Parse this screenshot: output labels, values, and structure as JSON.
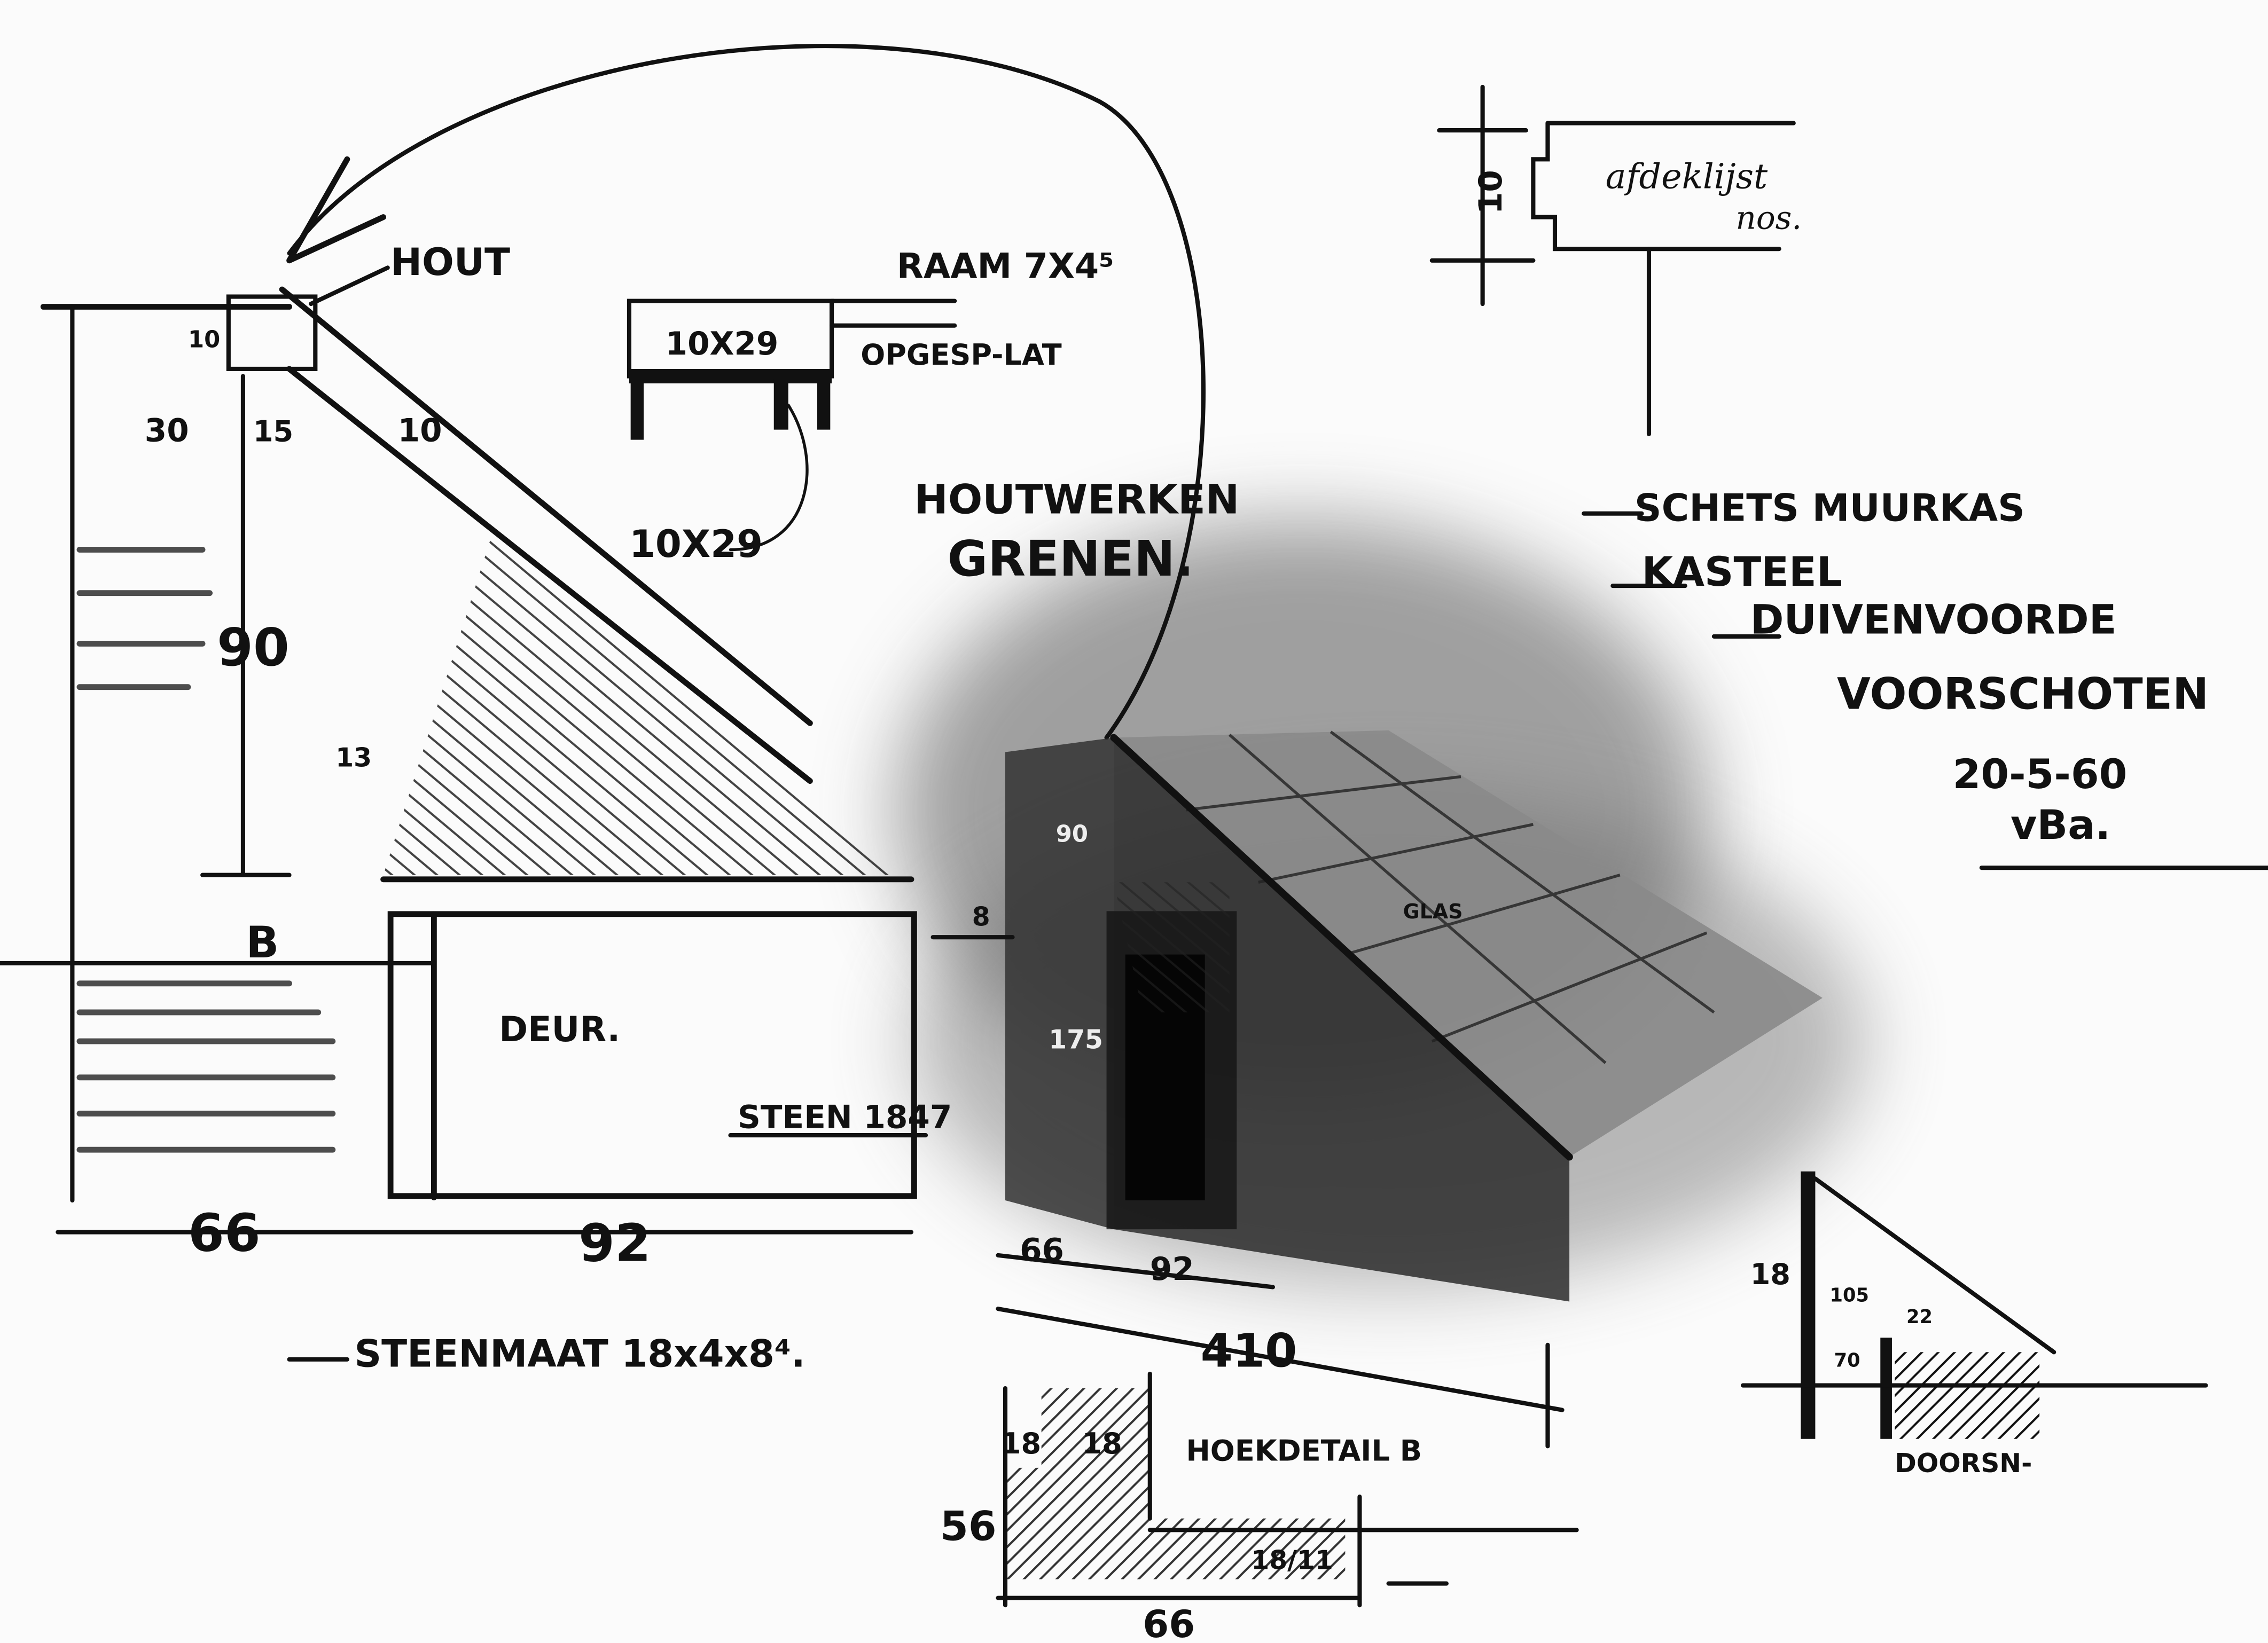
{
  "title_block": {
    "line1": "SCHETS MUURKAS",
    "line2": "KASTEEL",
    "line3": "DUIVENVOORDE",
    "line4": "VOORSCHOTEN",
    "date": "20-5-60",
    "initials": "vBa."
  },
  "section_left": {
    "hout": "HOUT",
    "dim_10_top": "10",
    "dim_30": "30",
    "dim_15": "15",
    "dim_10_diag": "10",
    "beam": "10X29",
    "dim_90": "90",
    "dim_13": "13",
    "marker_b": "B",
    "door": "DEUR.",
    "steen": "STEEN 1847",
    "dim_66": "66",
    "dim_92": "92",
    "steenmaat": "STEENMAAT 18x4x8⁴."
  },
  "beam_detail": {
    "beam": "10X29",
    "raam": "RAAM 7X4⁵",
    "lat": "OPGESP-LAT"
  },
  "material_note": {
    "line1": "HOUTWERKEN",
    "line2": "GRENEN."
  },
  "molding_detail": {
    "dim": "10",
    "note1": "afdeklijst",
    "note2": "nos."
  },
  "perspective": {
    "dim_90": "90",
    "dim_8": "8",
    "dim_175": "175",
    "glass": "GLAS",
    "dim_66": "66",
    "dim_92": "92",
    "dim_410": "410"
  },
  "corner_detail": {
    "dim_18a": "18",
    "dim_18b": "18",
    "title": "HOEKDETAIL B",
    "dim_56": "56",
    "dim_18_11": "18/11",
    "dim_66": "66"
  },
  "cross_section": {
    "dim_18": "18",
    "dim_105": "105",
    "dim_22": "22",
    "dim_70": "70",
    "title": "DOORSN-"
  }
}
